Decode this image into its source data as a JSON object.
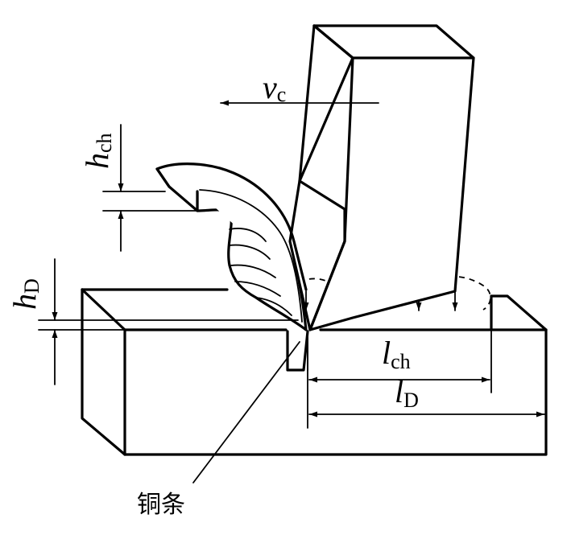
{
  "labels": {
    "vc": {
      "main": "v",
      "sub": "c"
    },
    "hch": {
      "main": "h",
      "sub": "ch"
    },
    "hD": {
      "main": "h",
      "sub": "D"
    },
    "lch": {
      "main": "l",
      "sub": "ch"
    },
    "lD": {
      "main": "l",
      "sub": "D"
    },
    "copper_strip": "铜条"
  }
}
